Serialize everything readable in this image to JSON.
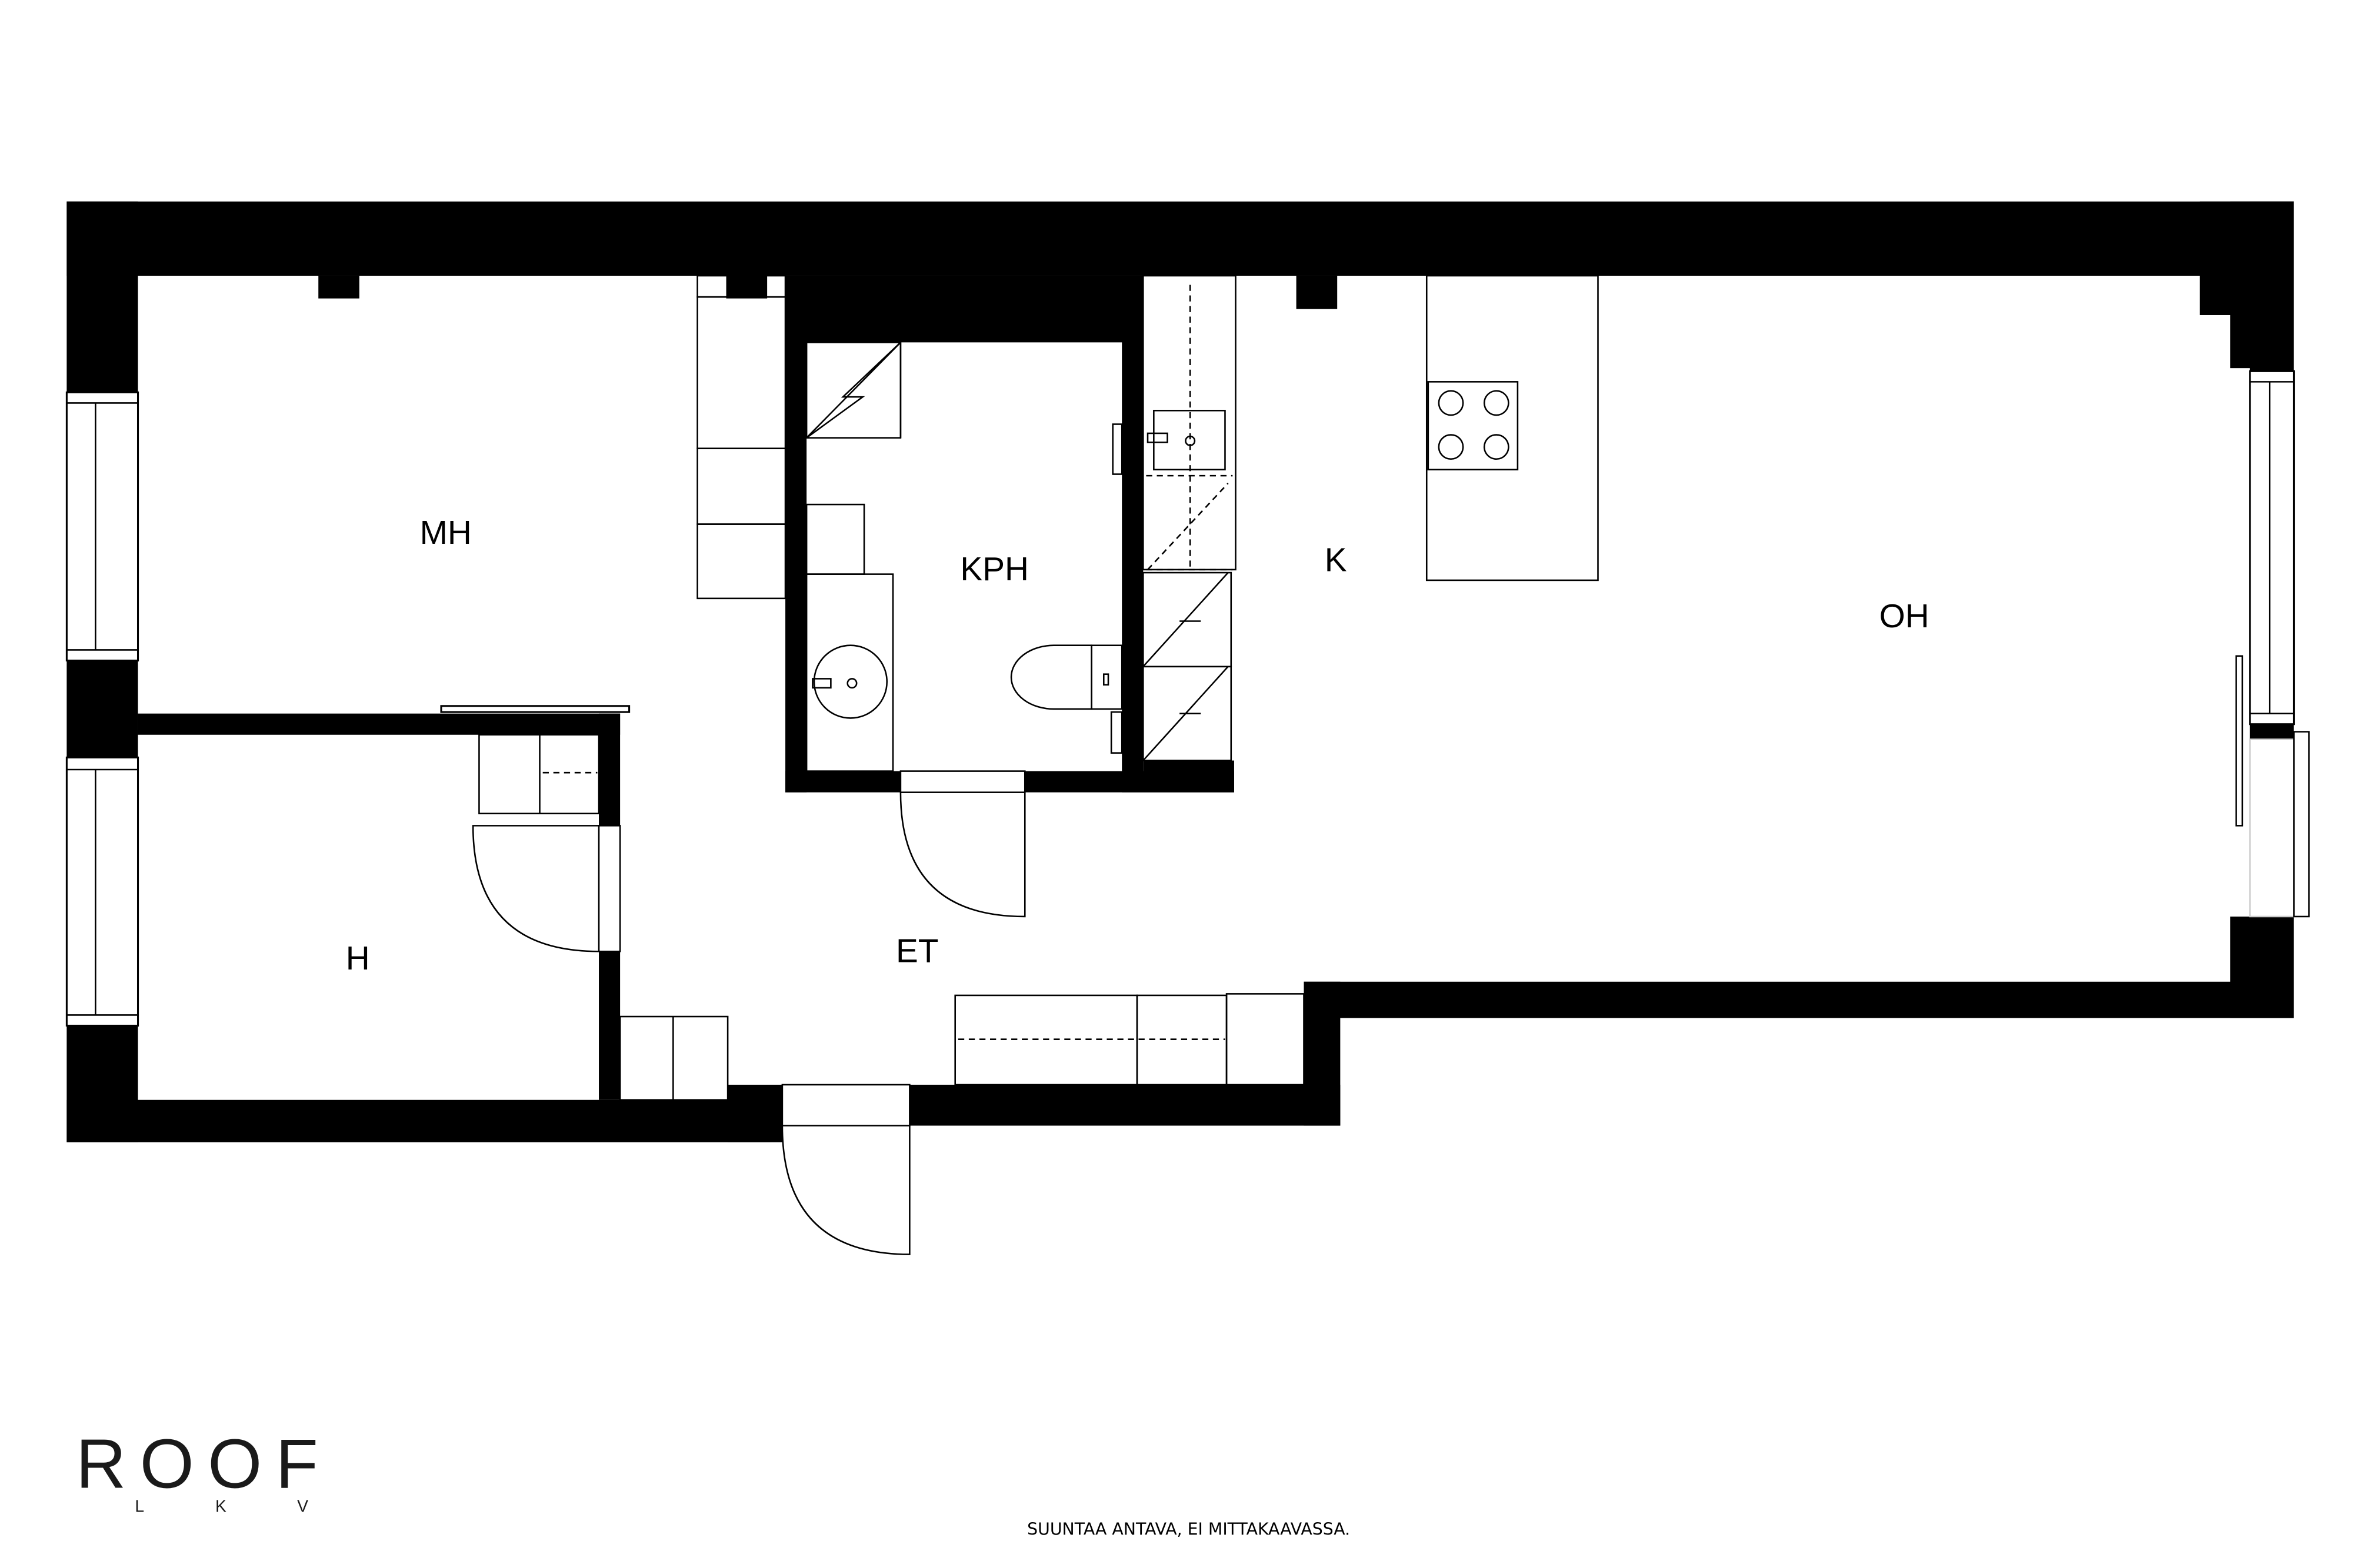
{
  "plan": {
    "rooms": {
      "mh": "MH",
      "kph": "KPH",
      "k": "K",
      "oh": "OH",
      "h": "H",
      "et": "ET"
    },
    "colors": {
      "wall": "#000000",
      "background": "#ffffff"
    }
  },
  "logo": {
    "main": "ROOF",
    "sub": [
      "L",
      "K",
      "V"
    ]
  },
  "footer": {
    "disclaimer": "SUUNTAA ANTAVA, EI MITTAKAAVASSA."
  }
}
